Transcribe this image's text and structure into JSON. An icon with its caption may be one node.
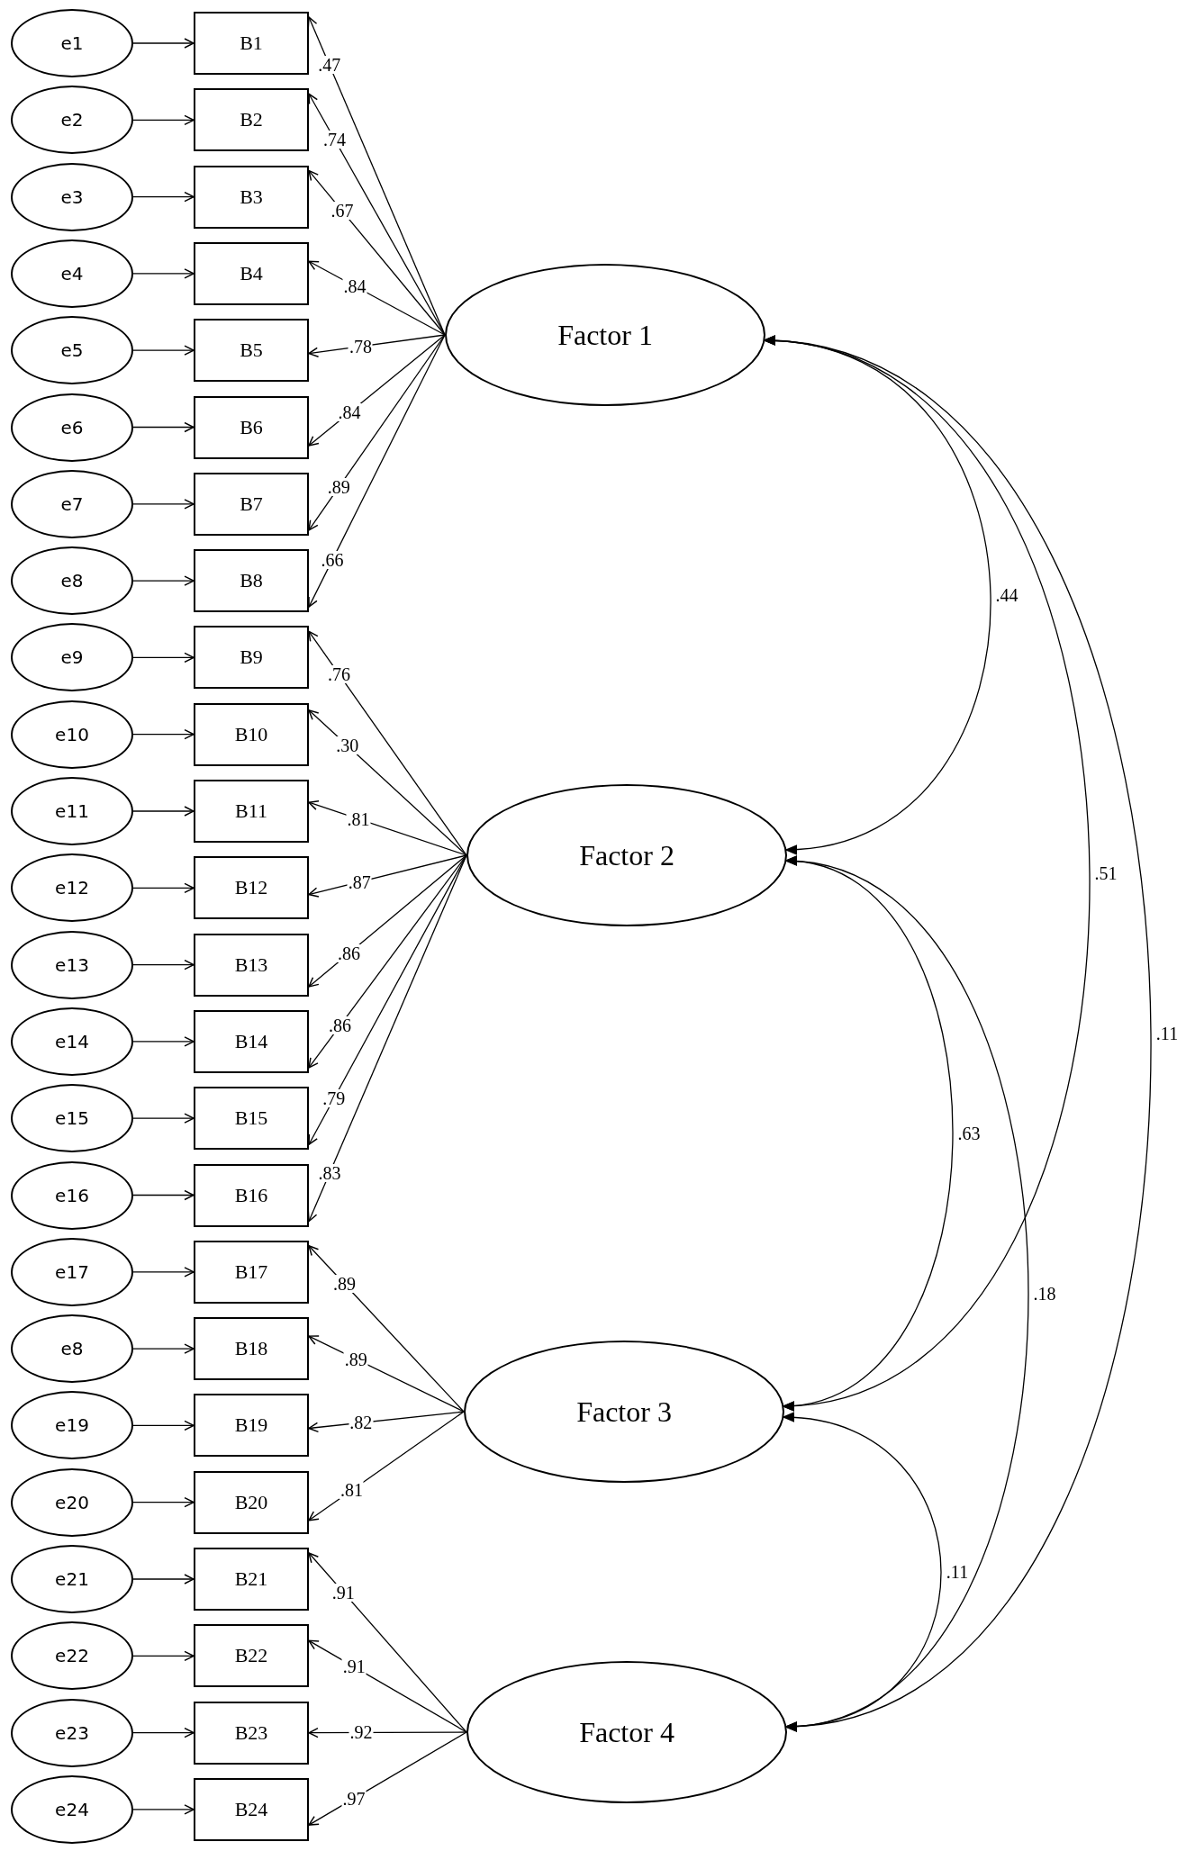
{
  "diagram": {
    "nodes": [
      {
        "text": [
          "e1"
        ]
      },
      {
        "text": [
          "e2"
        ]
      },
      {
        "text": [
          "e3"
        ]
      },
      {
        "text": [
          "e4"
        ]
      },
      {
        "text": [
          "e5"
        ]
      },
      {
        "text": [
          "e6"
        ]
      },
      {
        "text": [
          "e7"
        ]
      },
      {
        "text": [
          "e8"
        ]
      },
      {
        "text": [
          "e9"
        ]
      },
      {
        "text": [
          "e10"
        ]
      },
      {
        "text": [
          "e11"
        ]
      },
      {
        "text": [
          "e12"
        ]
      },
      {
        "text": [
          "e13"
        ]
      },
      {
        "text": [
          "e14"
        ]
      },
      {
        "text": [
          "e15"
        ]
      },
      {
        "text": [
          "e16"
        ]
      },
      {
        "text": [
          "e17"
        ]
      },
      {
        "text": [
          "e8"
        ]
      },
      {
        "text": [
          "e19"
        ]
      },
      {
        "text": [
          "e20"
        ]
      },
      {
        "text": [
          "e21"
        ]
      },
      {
        "text": [
          "e22"
        ]
      },
      {
        "text": [
          "e23"
        ]
      },
      {
        "text": [
          "e24"
        ]
      },
      {
        "text": [
          "B1"
        ]
      },
      {
        "text": [
          "B2"
        ]
      },
      {
        "text": [
          "B3"
        ]
      },
      {
        "text": [
          "B4"
        ]
      },
      {
        "text": [
          "B5"
        ]
      },
      {
        "text": [
          "B6"
        ]
      },
      {
        "text": [
          "B7"
        ]
      },
      {
        "text": [
          "B8"
        ]
      },
      {
        "text": [
          "B9"
        ]
      },
      {
        "text": [
          "B10"
        ]
      },
      {
        "text": [
          "B11"
        ]
      },
      {
        "text": [
          "B12"
        ]
      },
      {
        "text": [
          "B13"
        ]
      },
      {
        "text": [
          "B14"
        ]
      },
      {
        "text": [
          "B15"
        ]
      },
      {
        "text": [
          "B16"
        ]
      },
      {
        "text": [
          "B17"
        ]
      },
      {
        "text": [
          "B18"
        ]
      },
      {
        "text": [
          "B19"
        ]
      },
      {
        "text": [
          "B20"
        ]
      },
      {
        "text": [
          "B21"
        ]
      },
      {
        "text": [
          "B22"
        ]
      },
      {
        "text": [
          "B23"
        ]
      },
      {
        "text": [
          "B24"
        ]
      },
      {
        "text": [
          "Factor 1"
        ]
      },
      {
        "text": [
          "Factor 2"
        ]
      },
      {
        "text": [
          "Factor 3"
        ]
      },
      {
        "text": [
          "Factor 4"
        ]
      }
    ],
    "edges": [
      {
        "from": 0,
        "to": 24,
        "arrow": "to"
      },
      {
        "from": 1,
        "to": 25,
        "arrow": "to"
      },
      {
        "from": 2,
        "to": 26,
        "arrow": "to"
      },
      {
        "from": 3,
        "to": 27,
        "arrow": "to"
      },
      {
        "from": 4,
        "to": 28,
        "arrow": "to"
      },
      {
        "from": 5,
        "to": 29,
        "arrow": "to"
      },
      {
        "from": 6,
        "to": 30,
        "arrow": "to"
      },
      {
        "from": 7,
        "to": 31,
        "arrow": "to"
      },
      {
        "from": 8,
        "to": 32,
        "arrow": "to"
      },
      {
        "from": 9,
        "to": 33,
        "arrow": "to"
      },
      {
        "from": 10,
        "to": 34,
        "arrow": "to"
      },
      {
        "from": 11,
        "to": 35,
        "arrow": "to"
      },
      {
        "from": 12,
        "to": 36,
        "arrow": "to"
      },
      {
        "from": 13,
        "to": 37,
        "arrow": "to"
      },
      {
        "from": 14,
        "to": 38,
        "arrow": "to"
      },
      {
        "from": 15,
        "to": 39,
        "arrow": "to"
      },
      {
        "from": 16,
        "to": 40,
        "arrow": "to"
      },
      {
        "from": 17,
        "to": 41,
        "arrow": "to"
      },
      {
        "from": 18,
        "to": 42,
        "arrow": "to"
      },
      {
        "from": 19,
        "to": 43,
        "arrow": "to"
      },
      {
        "from": 20,
        "to": 44,
        "arrow": "to"
      },
      {
        "from": 21,
        "to": 45,
        "arrow": "to"
      },
      {
        "from": 22,
        "to": 46,
        "arrow": "to"
      },
      {
        "from": 23,
        "to": 47,
        "arrow": "to"
      },
      {
        "from": 48,
        "to": 24,
        "arrow": "to",
        "label": ".47"
      },
      {
        "from": 48,
        "to": 25,
        "arrow": "to",
        "label": ".74"
      },
      {
        "from": 48,
        "to": 26,
        "arrow": "to",
        "label": ".67"
      },
      {
        "from": 48,
        "to": 27,
        "arrow": "to",
        "label": ".84"
      },
      {
        "from": 48,
        "to": 28,
        "arrow": "to",
        "label": ".78"
      },
      {
        "from": 48,
        "to": 29,
        "arrow": "to",
        "label": ".84"
      },
      {
        "from": 48,
        "to": 30,
        "arrow": "to",
        "label": ".89"
      },
      {
        "from": 48,
        "to": 31,
        "arrow": "to",
        "label": ".66"
      },
      {
        "from": 49,
        "to": 32,
        "arrow": "to",
        "label": ".76"
      },
      {
        "from": 49,
        "to": 33,
        "arrow": "to",
        "label": ".30"
      },
      {
        "from": 49,
        "to": 34,
        "arrow": "to",
        "label": ".81"
      },
      {
        "from": 49,
        "to": 35,
        "arrow": "to",
        "label": ".87"
      },
      {
        "from": 49,
        "to": 36,
        "arrow": "to",
        "label": ".86"
      },
      {
        "from": 49,
        "to": 37,
        "arrow": "to",
        "label": ".86"
      },
      {
        "from": 49,
        "to": 38,
        "arrow": "to",
        "label": ".79"
      },
      {
        "from": 49,
        "to": 39,
        "arrow": "to",
        "label": ".83"
      },
      {
        "from": 50,
        "to": 40,
        "arrow": "to",
        "label": ".89"
      },
      {
        "from": 50,
        "to": 41,
        "arrow": "to",
        "label": ".89"
      },
      {
        "from": 50,
        "to": 42,
        "arrow": "to",
        "label": ".82"
      },
      {
        "from": 50,
        "to": 43,
        "arrow": "to",
        "label": ".81"
      },
      {
        "from": 51,
        "to": 44,
        "arrow": "to",
        "label": ".91"
      },
      {
        "from": 51,
        "to": 45,
        "arrow": "to",
        "label": ".91"
      },
      {
        "from": 51,
        "to": 46,
        "arrow": "to",
        "label": ".92"
      },
      {
        "from": 51,
        "to": 47,
        "arrow": "to",
        "label": ".97"
      },
      {
        "from": 48,
        "to": 49,
        "arrow": "both",
        "label": ".44"
      },
      {
        "from": 48,
        "to": 50,
        "arrow": "both",
        "label": ".51"
      },
      {
        "from": 48,
        "to": 51,
        "arrow": "both",
        "label": ".11"
      },
      {
        "from": 49,
        "to": 50,
        "arrow": "both",
        "label": ".63"
      },
      {
        "from": 49,
        "to": 51,
        "arrow": "both",
        "label": ".18"
      },
      {
        "from": 50,
        "to": 51,
        "arrow": "both",
        "label": ".11"
      }
    ]
  }
}
